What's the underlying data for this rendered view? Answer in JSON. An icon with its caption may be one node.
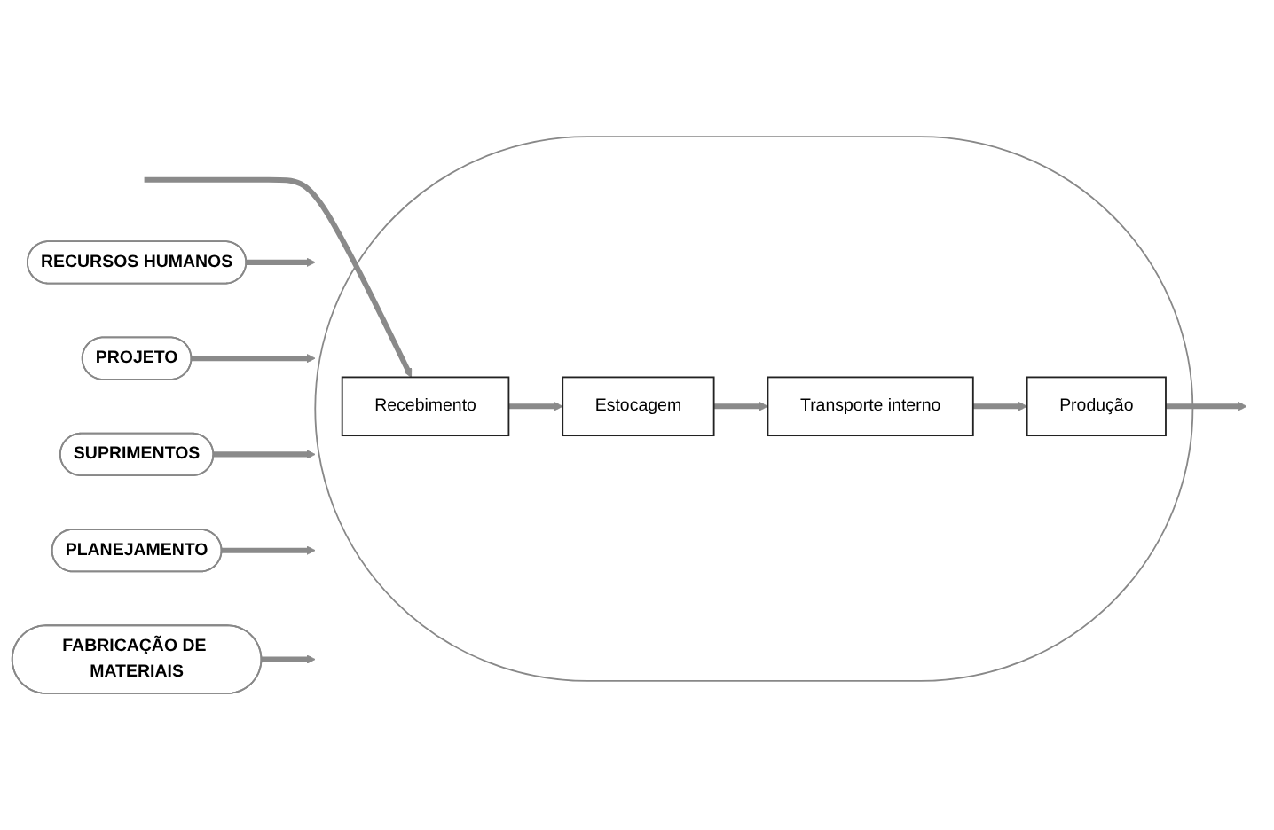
{
  "diagram": {
    "nodes": [
      {
        "text": [
          "RECURSOS HUMANOS"
        ]
      },
      {
        "text": [
          "PROJETO"
        ]
      },
      {
        "text": [],
        "shape": "ellipse"
      },
      {
        "text": [
          "Recebimento"
        ],
        "in": 2
      },
      {
        "text": [
          "Estocagem"
        ],
        "in": 2
      },
      {
        "text": [
          "Transporte interno"
        ],
        "in": 2
      },
      {
        "text": [
          "Produção"
        ],
        "in": 2
      },
      {
        "text": [
          "SUPRIMENTOS"
        ]
      },
      {
        "text": [
          "PLANEJAMENTO"
        ]
      },
      {
        "text": [
          "FABRICAÇÃO DE MATERIAIS"
        ]
      }
    ],
    "edges": [
      {
        "from": null,
        "to": 3,
        "arrow": "to"
      },
      {
        "from": 3,
        "to": 4,
        "arrow": "to"
      },
      {
        "from": 4,
        "to": 5,
        "arrow": "to"
      },
      {
        "from": 5,
        "to": 6,
        "arrow": "to"
      },
      {
        "from": 6,
        "to": null,
        "arrow": "to"
      },
      {
        "from": 0,
        "to": 2,
        "arrow": "to"
      },
      {
        "from": 1,
        "to": 2,
        "arrow": "to"
      },
      {
        "from": 7,
        "to": 2,
        "arrow": "to"
      },
      {
        "from": 8,
        "to": 2,
        "arrow": "to"
      },
      {
        "from": 9,
        "to": 2,
        "arrow": "to"
      }
    ]
  }
}
